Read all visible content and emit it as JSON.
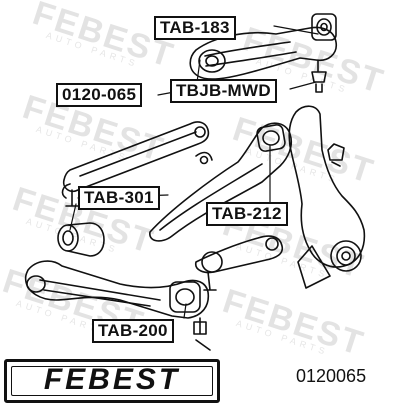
{
  "watermark": {
    "brand": "FEBEST",
    "sub": "AUTO PARTS"
  },
  "callouts": [
    {
      "id": "tab-183",
      "text": "TAB-183"
    },
    {
      "id": "0120-065",
      "text": "0120-065"
    },
    {
      "id": "tbjb-mwd",
      "text": "TBJB-MWD"
    },
    {
      "id": "tab-301",
      "text": "TAB-301"
    },
    {
      "id": "tab-212",
      "text": "TAB-212"
    },
    {
      "id": "tab-200",
      "text": "TAB-200"
    }
  ],
  "brand_logo": {
    "text": "FEBEST"
  },
  "part_number": "0120065",
  "colors": {
    "ink": "#111111",
    "watermark": "#e3e3e3",
    "background": "#ffffff"
  }
}
